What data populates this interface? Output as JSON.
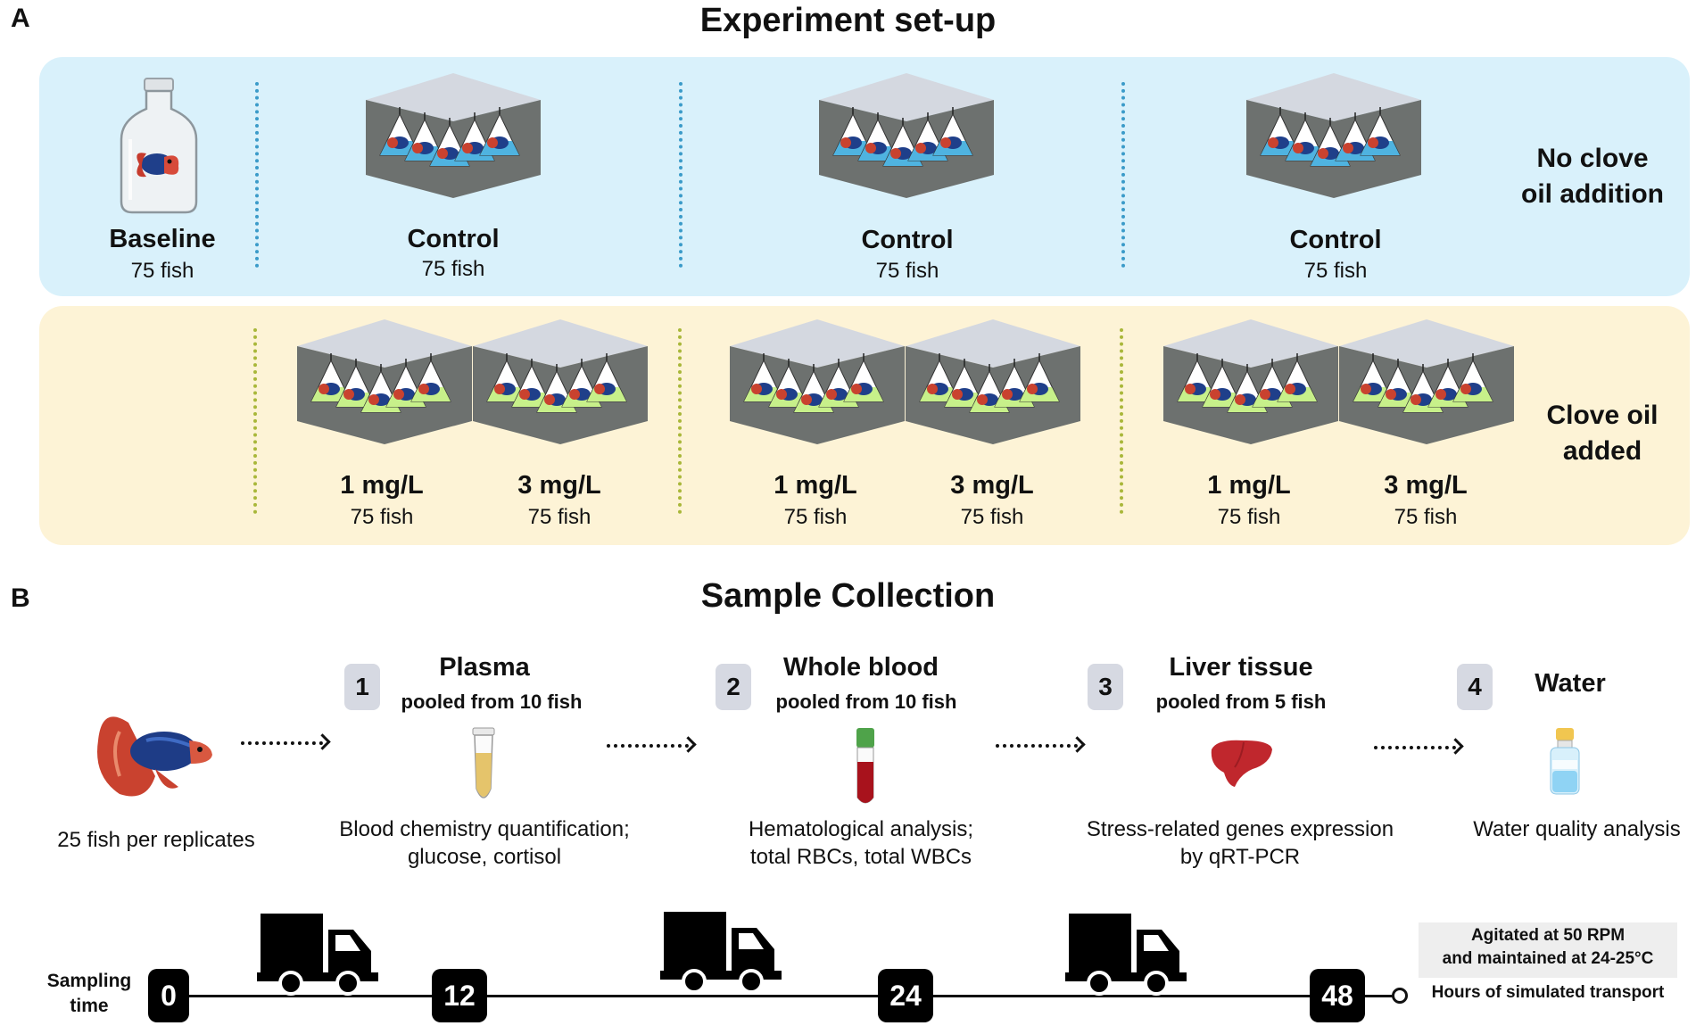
{
  "panels": {
    "a_letter": "A",
    "b_letter": "B"
  },
  "setup": {
    "title": "Experiment set-up",
    "baseline": {
      "label": "Baseline",
      "count": "75 fish"
    },
    "controls": [
      {
        "label": "Control",
        "count": "75 fish"
      },
      {
        "label": "Control",
        "count": "75 fish"
      },
      {
        "label": "Control",
        "count": "75 fish"
      }
    ],
    "treatments": [
      {
        "label": "1 mg/L",
        "count": "75 fish"
      },
      {
        "label": "3 mg/L",
        "count": "75 fish"
      },
      {
        "label": "1 mg/L",
        "count": "75 fish"
      },
      {
        "label": "3 mg/L",
        "count": "75 fish"
      },
      {
        "label": "1 mg/L",
        "count": "75 fish"
      },
      {
        "label": "3 mg/L",
        "count": "75 fish"
      }
    ],
    "no_clove_line1": "No clove",
    "no_clove_line2": "oil addition",
    "clove_line1": "Clove oil",
    "clove_line2": "added"
  },
  "collection": {
    "title": "Sample Collection",
    "start_desc": "25 fish per replicates",
    "samples": [
      {
        "num": "1",
        "title": "Plasma",
        "sub": "pooled from 10 fish",
        "desc1": "Blood chemistry quantification;",
        "desc2": "glucose, cortisol"
      },
      {
        "num": "2",
        "title": "Whole blood",
        "sub": "pooled from 10 fish",
        "desc1": "Hematological analysis;",
        "desc2": "total RBCs, total WBCs"
      },
      {
        "num": "3",
        "title": "Liver tissue",
        "sub": "pooled from 5 fish",
        "desc1": "Stress-related genes expression",
        "desc2": "by qRT-PCR"
      },
      {
        "num": "4",
        "title": "Water",
        "sub": "",
        "desc1": "Water quality analysis",
        "desc2": ""
      }
    ]
  },
  "timeline": {
    "label1": "Sampling",
    "label2": "time",
    "points": [
      "0",
      "12",
      "24",
      "48"
    ],
    "note1": "Agitated at 50 RPM",
    "note2": "and maintained at 24-25°C",
    "axis_label": "Hours of simulated transport"
  },
  "colors": {
    "control_bags": "#4fb3e0",
    "treatment_bags": "#c7f08a",
    "box_gray": "#6d716f",
    "lid": "#d4d8e0"
  }
}
